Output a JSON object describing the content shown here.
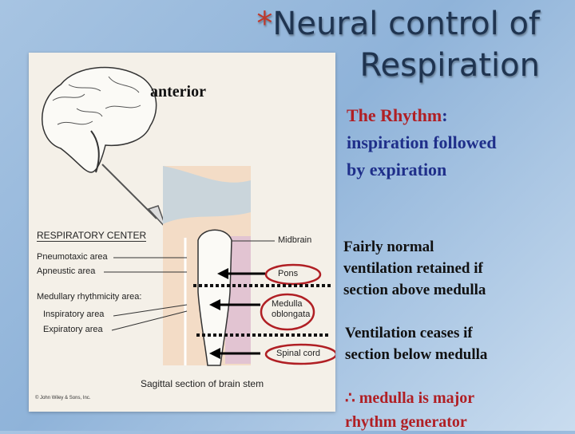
{
  "slide": {
    "title_marker": "*",
    "title_line1": "Neural control of",
    "title_line2": "Respiration"
  },
  "figure": {
    "anterior_label": "anterior",
    "respiratory_center": "RESPIRATORY CENTER",
    "pneumotaxic": "Pneumotaxic area",
    "apneustic": "Apneustic area",
    "medullary": "Medullary rhythmicity area:",
    "inspiratory": "Inspiratory area",
    "expiratory": "Expiratory area",
    "midbrain": "Midbrain",
    "pons": "Pons",
    "medulla_line1": "Medulla",
    "medulla_line2": "oblongata",
    "spinal_cord": "Spinal cord",
    "caption": "Sagittal section of brain stem",
    "credit": "© John Wiley & Sons, Inc."
  },
  "rhythm": {
    "term": "The Rhythm",
    "colon": ":",
    "line2": "inspiration followed",
    "line3": "by expiration"
  },
  "notes": {
    "above_line1": "Fairly normal",
    "above_line2": "ventilation retained if",
    "above_line3": "section above medulla",
    "below_line1": "Ventilation ceases if",
    "below_line2": "section below medulla",
    "conclusion_line1": "∴ medulla is major",
    "conclusion_line2": "rhythm generator"
  },
  "colors": {
    "title": "#1f3450",
    "accent_red": "#b01f24",
    "rhythm_blue": "#1f2f8a"
  }
}
